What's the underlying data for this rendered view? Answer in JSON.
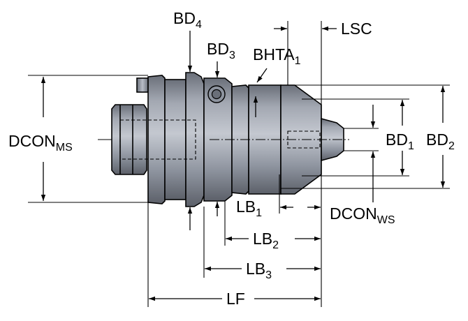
{
  "labels": {
    "bd4": {
      "main": "BD",
      "sub": "4"
    },
    "bd3": {
      "main": "BD",
      "sub": "3"
    },
    "bhta1": {
      "main": "BHTA",
      "sub": "1"
    },
    "lsc": {
      "main": "LSC"
    },
    "dcon_ms": {
      "main": "DCON",
      "sub": "MS"
    },
    "bd1": {
      "main": "BD",
      "sub": "1"
    },
    "bd2": {
      "main": "BD",
      "sub": "2"
    },
    "lb1": {
      "main": "LB",
      "sub": "1"
    },
    "dcon_ws": {
      "main": "DCON",
      "sub": "WS"
    },
    "lb2": {
      "main": "LB",
      "sub": "2"
    },
    "lb3": {
      "main": "LB",
      "sub": "3"
    },
    "lf": {
      "main": "LF"
    }
  },
  "colors": {
    "body_light": "#b8bdc7",
    "body_mid": "#8d939e",
    "body_dark": "#5c6069",
    "line": "#000000",
    "background": "#ffffff"
  }
}
